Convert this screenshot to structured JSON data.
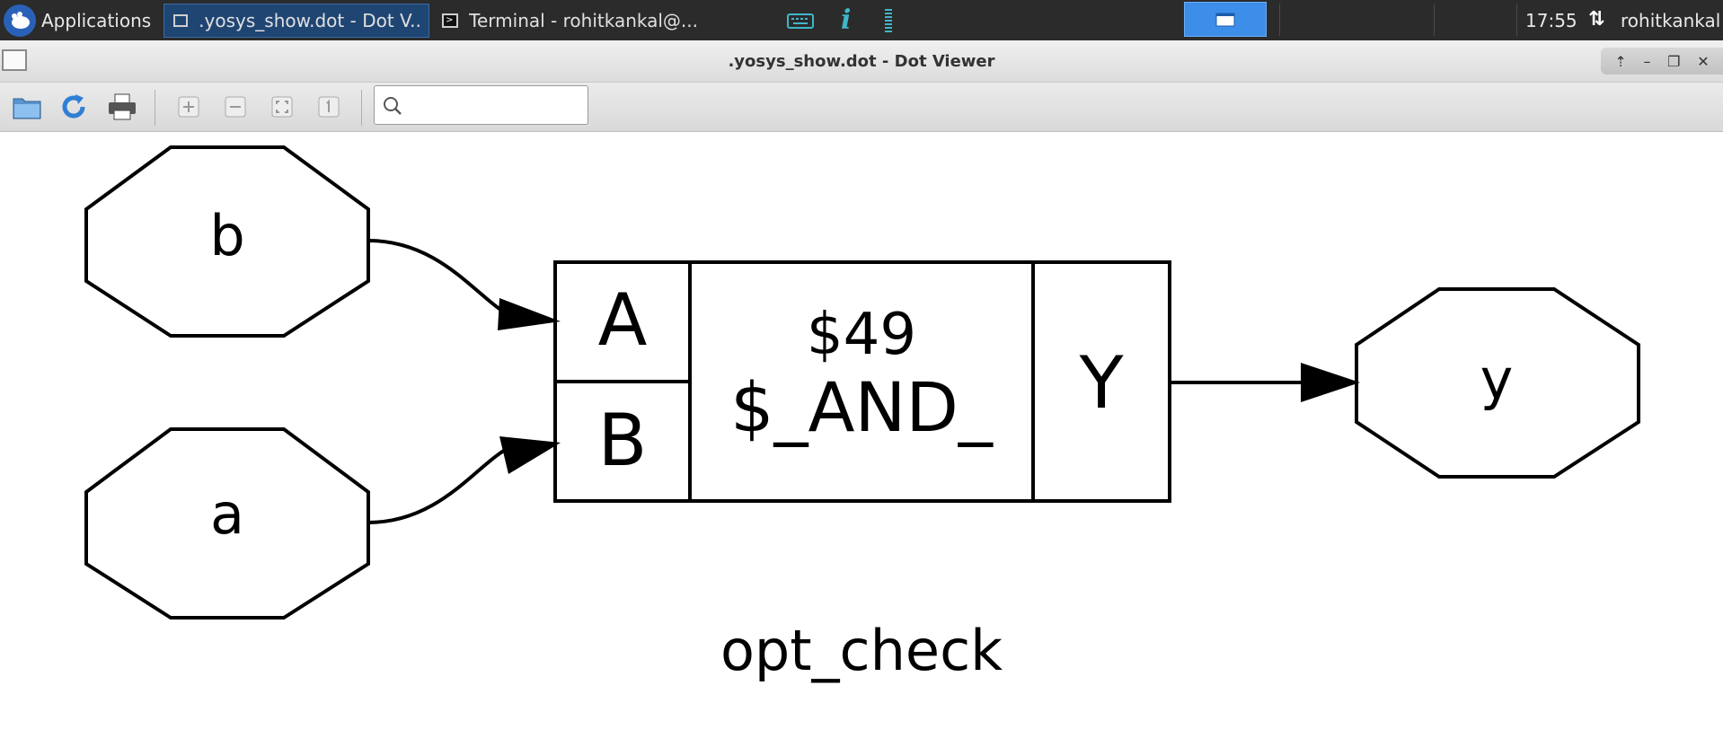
{
  "panel": {
    "applications_label": "Applications",
    "tasks": [
      {
        "label": ".yosys_show.dot - Dot V...",
        "active": true
      },
      {
        "label": "Terminal - rohitkankal@...",
        "active": false
      }
    ],
    "clock": "17:55",
    "user": "rohitkankal"
  },
  "window": {
    "title": ".yosys_show.dot - Dot Viewer"
  },
  "toolbar": {
    "search_value": "",
    "buttons": [
      "open-icon",
      "reload-icon",
      "print-icon",
      "zoom-in-icon",
      "zoom-out-icon",
      "zoom-fit-icon",
      "zoom-100-icon"
    ]
  },
  "graph": {
    "nodes": {
      "input_b": "b",
      "input_a": "a",
      "cell_port_a": "A",
      "cell_port_b": "B",
      "cell_id": "$49",
      "cell_type": "$_AND_",
      "cell_port_y": "Y",
      "output_y": "y"
    },
    "caption": "opt_check"
  },
  "colors": {
    "panel_bg": "#2b2b2b",
    "active_task": "#1f4573",
    "workspace": "#3d8ee8",
    "stroke": "#000000"
  }
}
